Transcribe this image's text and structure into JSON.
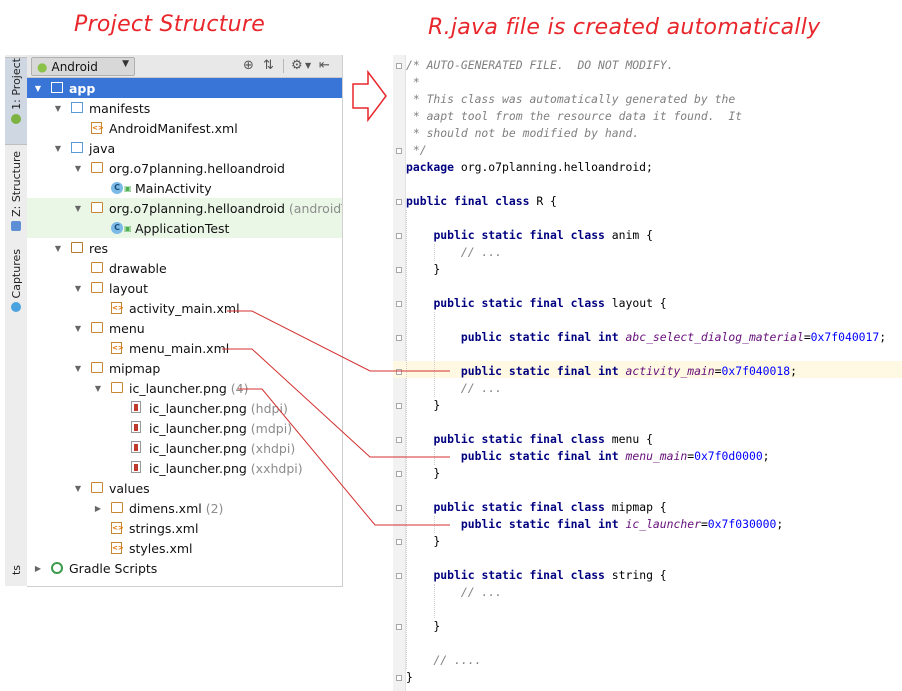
{
  "titles": {
    "left": "Project Structure",
    "right": "R.java file is created automatically"
  },
  "tool_strip": {
    "project_tab": "1: Project",
    "structure_tab": "Z: Structure",
    "captures_tab": "Captures",
    "bottom_tab": "ts"
  },
  "project_panel": {
    "view_selector": "Android",
    "icons": [
      "target-icon",
      "collapse-icon",
      "gear-icon",
      "pin-icon"
    ],
    "tree": [
      {
        "label": "app",
        "dim": "",
        "icon": "module-folder",
        "expanded": true
      },
      {
        "label": "manifests",
        "dim": "",
        "icon": "folder-blue",
        "expanded": true
      },
      {
        "label": "AndroidManifest.xml",
        "dim": "",
        "icon": "xml-file"
      },
      {
        "label": "java",
        "dim": "",
        "icon": "folder-blue",
        "expanded": true
      },
      {
        "label": "org.o7planning.helloandroid",
        "dim": "",
        "icon": "package",
        "expanded": true
      },
      {
        "label": "MainActivity",
        "dim": "",
        "icon": "class"
      },
      {
        "label": "org.o7planning.helloandroid",
        "dim": "(androidTest)",
        "icon": "package",
        "expanded": true
      },
      {
        "label": "ApplicationTest",
        "dim": "",
        "icon": "class"
      },
      {
        "label": "res",
        "dim": "",
        "icon": "res-folder",
        "expanded": true
      },
      {
        "label": "drawable",
        "dim": "",
        "icon": "folder"
      },
      {
        "label": "layout",
        "dim": "",
        "icon": "folder",
        "expanded": true
      },
      {
        "label": "activity_main.xml",
        "dim": "",
        "icon": "xml-file"
      },
      {
        "label": "menu",
        "dim": "",
        "icon": "folder",
        "expanded": true
      },
      {
        "label": "menu_main.xml",
        "dim": "",
        "icon": "xml-file"
      },
      {
        "label": "mipmap",
        "dim": "",
        "icon": "folder",
        "expanded": true
      },
      {
        "label": "ic_launcher.png",
        "dim": "(4)",
        "icon": "folder",
        "expanded": true
      },
      {
        "label": "ic_launcher.png",
        "dim": "(hdpi)",
        "icon": "png-file"
      },
      {
        "label": "ic_launcher.png",
        "dim": "(mdpi)",
        "icon": "png-file"
      },
      {
        "label": "ic_launcher.png",
        "dim": "(xhdpi)",
        "icon": "png-file"
      },
      {
        "label": "ic_launcher.png",
        "dim": "(xxhdpi)",
        "icon": "png-file"
      },
      {
        "label": "values",
        "dim": "",
        "icon": "folder",
        "expanded": true
      },
      {
        "label": "dimens.xml",
        "dim": "(2)",
        "icon": "folder",
        "expanded": false
      },
      {
        "label": "strings.xml",
        "dim": "",
        "icon": "xml-file"
      },
      {
        "label": "styles.xml",
        "dim": "",
        "icon": "xml-file"
      },
      {
        "label": "Gradle Scripts",
        "dim": "",
        "icon": "gradle",
        "expanded": false
      }
    ]
  },
  "editor": {
    "lines": [
      "/* AUTO-GENERATED FILE.  DO NOT MODIFY.",
      " *",
      " * This class was automatically generated by the",
      " * aapt tool from the resource data it found.  It",
      " * should not be modified by hand.",
      " */",
      "package org.o7planning.helloandroid;",
      "",
      "public final class R {",
      "",
      "    public static final class anim {",
      "        // ...",
      "    }",
      "",
      "    public static final class layout {",
      "",
      "        public static final int abc_select_dialog_material=0x7f040017;",
      "",
      "        public static final int activity_main=0x7f040018;",
      "        // ...",
      "    }",
      "",
      "    public static final class menu {",
      "        public static final int menu_main=0x7f0d0000;",
      "    }",
      "",
      "    public static final class mipmap {",
      "        public static final int ic_launcher=0x7f030000;",
      "    }",
      "",
      "    public static final class string {",
      "        // ...",
      "",
      "    }",
      "",
      "    // ....",
      "}"
    ]
  },
  "colors": {
    "annotation_red": "#e8262b",
    "selection_blue": "#3875d7",
    "keyword_navy": "#000080",
    "field_purple": "#660e7a",
    "number_blue": "#0000ff",
    "comment_gray": "#808080"
  }
}
